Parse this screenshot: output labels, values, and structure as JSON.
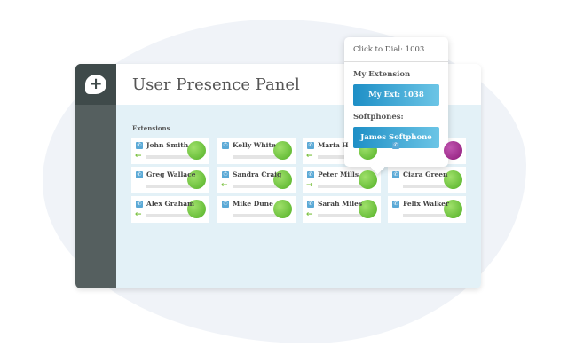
{
  "app": {
    "title": "User Presence Panel",
    "section": "Extensions"
  },
  "extensions": [
    {
      "name": "John Smith",
      "dir": "←",
      "status": "available"
    },
    {
      "name": "Kelly White",
      "dir": "",
      "status": "available"
    },
    {
      "name": "Maria H",
      "dir": "←",
      "status": "available"
    },
    {
      "name": "",
      "dir": "",
      "status": "busy"
    },
    {
      "name": "Greg Wallace",
      "dir": "",
      "status": "available"
    },
    {
      "name": "Sandra Craig",
      "dir": "←",
      "status": "available"
    },
    {
      "name": "Peter Mills",
      "dir": "→",
      "status": "available"
    },
    {
      "name": "Ciara Green",
      "dir": "",
      "status": "available"
    },
    {
      "name": "Alex Graham",
      "dir": "←",
      "status": "available"
    },
    {
      "name": "Mike Dune",
      "dir": "",
      "status": "available"
    },
    {
      "name": "Sarah Miles",
      "dir": "←",
      "status": "available"
    },
    {
      "name": "Felix Walker",
      "dir": "",
      "status": "available"
    }
  ],
  "popup": {
    "dial": "Click to Dial: 1003",
    "my_ext_label": "My Extension",
    "my_ext_button": "My Ext: 1038",
    "softphones_label": "Softphones:",
    "softphone_button": "James Softphone"
  },
  "colors": {
    "available": "#5cb82e",
    "busy": "#9b2487",
    "accent": "#1e8fc6"
  }
}
